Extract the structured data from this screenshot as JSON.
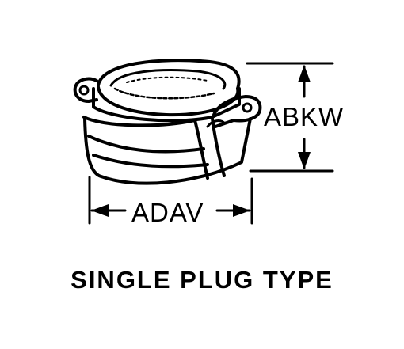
{
  "diagram": {
    "part_name": "SINGLE PLUG TYPE",
    "dimensions": {
      "height_code": "ABKW",
      "width_code": "ADAV"
    }
  }
}
